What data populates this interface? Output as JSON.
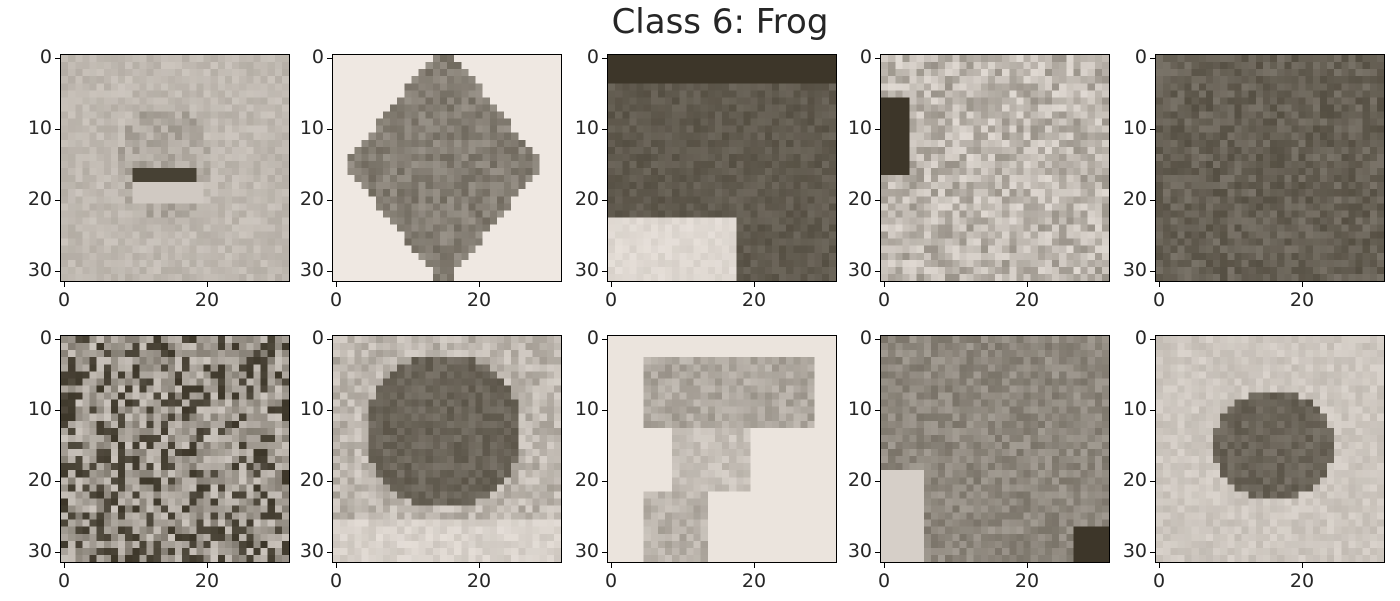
{
  "figure": {
    "title": "Class 6: Frog"
  },
  "axes": {
    "x_ticks": [
      "0",
      "20"
    ],
    "y_ticks": [
      "0",
      "10",
      "20",
      "30"
    ]
  },
  "images": [
    {
      "name": "frog-image-1",
      "tone": "light-gray-beige"
    },
    {
      "name": "frog-image-2",
      "tone": "dark-frog-on-white"
    },
    {
      "name": "frog-image-3",
      "tone": "dark-brown"
    },
    {
      "name": "frog-image-4",
      "tone": "speckled-beige"
    },
    {
      "name": "frog-image-5",
      "tone": "dark-olive"
    },
    {
      "name": "frog-image-6",
      "tone": "mottled-dark"
    },
    {
      "name": "frog-image-7",
      "tone": "dark-center-light-edge"
    },
    {
      "name": "frog-image-8",
      "tone": "gray-frog-on-white"
    },
    {
      "name": "frog-image-9",
      "tone": "medium-brown"
    },
    {
      "name": "frog-image-10",
      "tone": "beige-with-dark-frog"
    }
  ],
  "colors": {
    "sepia_dark": "#2a2416",
    "sepia_light": "#f2efe6"
  }
}
